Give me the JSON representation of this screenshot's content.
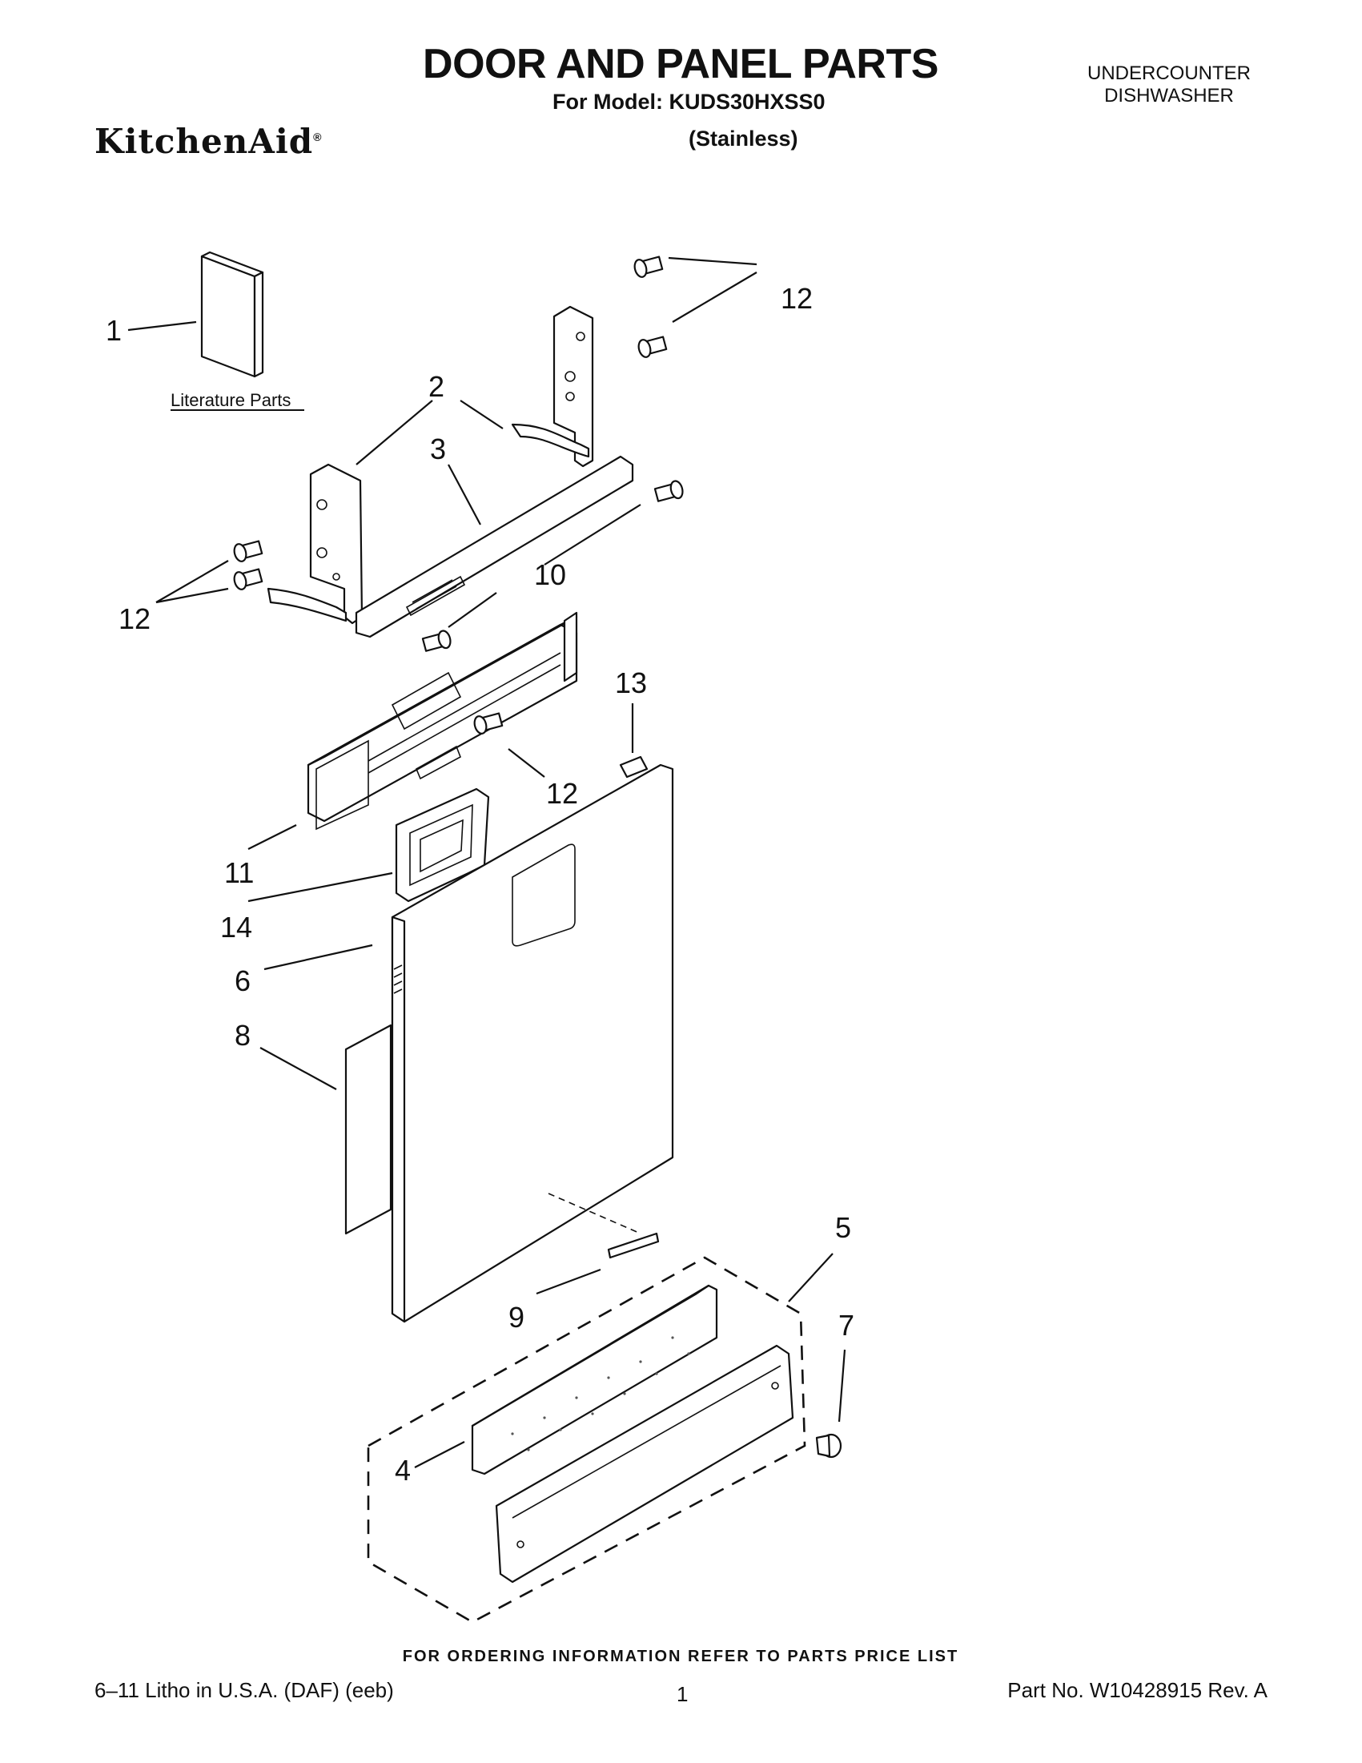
{
  "header": {
    "title": "DOOR AND PANEL PARTS",
    "model_line": "For Model: KUDS30HXSS0",
    "variant": "(Stainless)",
    "appliance_type": "UNDERCOUNTER DISHWASHER",
    "brand": "KitchenAid",
    "brand_mark": "®"
  },
  "diagram": {
    "literature_label": "Literature Parts",
    "callouts": {
      "c1": "1",
      "c2": "2",
      "c3": "3",
      "c4": "4",
      "c5": "5",
      "c6": "6",
      "c7": "7",
      "c8": "8",
      "c9": "9",
      "c10": "10",
      "c11": "11",
      "c12a": "12",
      "c12b": "12",
      "c12c": "12",
      "c13": "13",
      "c14": "14"
    }
  },
  "footer": {
    "ordering_note": "FOR ORDERING INFORMATION REFER TO PARTS PRICE LIST",
    "print_info": "6–11 Litho in U.S.A. (DAF) (eeb)",
    "page_number": "1",
    "part_number": "Part No. W10428915 Rev. A"
  }
}
